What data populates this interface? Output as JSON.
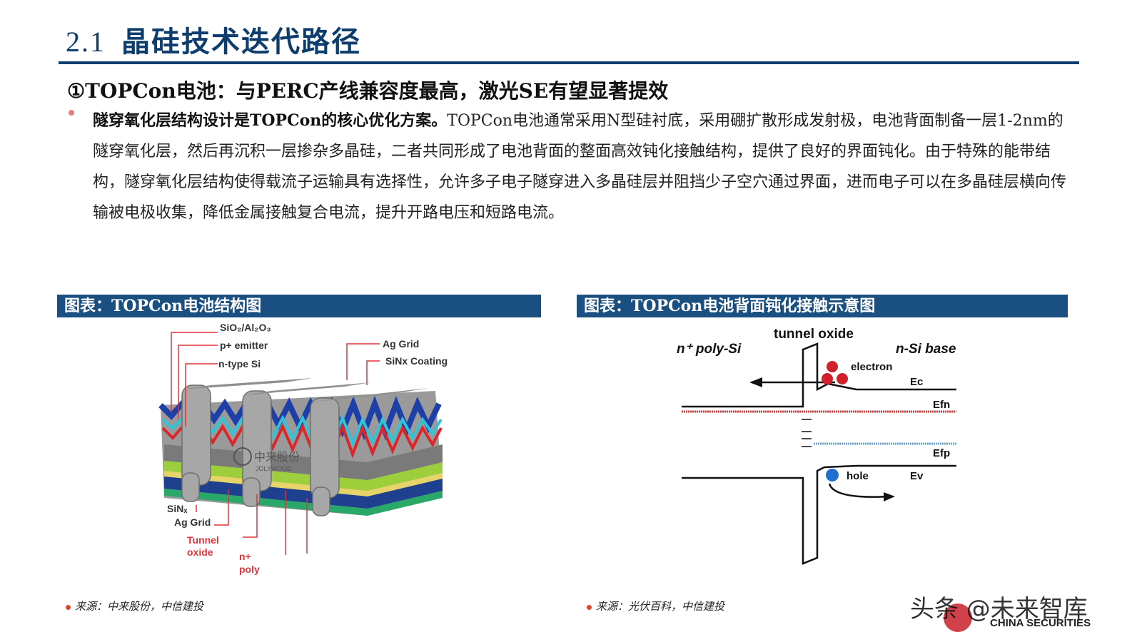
{
  "header": {
    "section_number": "2.1",
    "title": "晶硅技术迭代路径"
  },
  "subheading": "①TOPCon电池：与PERC产线兼容度最高，激光SE有望显著提效",
  "paragraph": {
    "lead": "隧穿氧化层结构设计是TOPCon的核心优化方案。",
    "body": "TOPCon电池通常采用N型硅衬底，采用硼扩散形成发射极，电池背面制备一层1-2nm的隧穿氧化层，然后再沉积一层掺杂多晶硅，二者共同形成了电池背面的整面高效钝化接触结构，提供了良好的界面钝化。由于特殊的能带结构，隧穿氧化层结构使得载流子运输具有选择性，允许多子电子隧穿进入多晶硅层并阻挡少子空穴通过界面，进而电子可以在多晶硅层横向传输被电极收集，降低金属接触复合电流，提升开路电压和短路电流。"
  },
  "left_panel": {
    "title": "图表：TOPCon电池结构图",
    "labels": {
      "sio2": "SiO₂/Al₂O₃",
      "emitter": "p+ emitter",
      "ntype": "n-type Si",
      "ag_grid_top": "Ag Grid",
      "sinx_coating": "SiNx Coating",
      "sinx": "SiNₓ",
      "ag_grid_bottom": "Ag Grid",
      "tunnel1": "Tunnel",
      "tunnel2": "oxide",
      "npoly1": "n+",
      "npoly2": "poly"
    },
    "logo_text": "中来股份",
    "logo_sub": "JOLYWOOD",
    "source": "来源：中来股份，中信建投"
  },
  "right_panel": {
    "title": "图表：TOPCon电池背面钝化接触示意图",
    "labels": {
      "tunnel_oxide": "tunnel oxide",
      "npoly": "n⁺ poly-Si",
      "nbase": "n-Si base",
      "electron": "electron",
      "ec": "Ec",
      "efn": "Efn",
      "efp": "Efp",
      "hole": "hole",
      "ev": "Ev"
    },
    "source": "来源：光伏百科，中信建投"
  },
  "watermark": {
    "text": "头条 @未来智库",
    "brand": "CHINA SECURITIES"
  },
  "colors": {
    "brand_blue": "#1a4f82",
    "title_blue": "#0d3d6e",
    "bullet_pink": "#e8797d",
    "source_dot": "#d9472b"
  }
}
